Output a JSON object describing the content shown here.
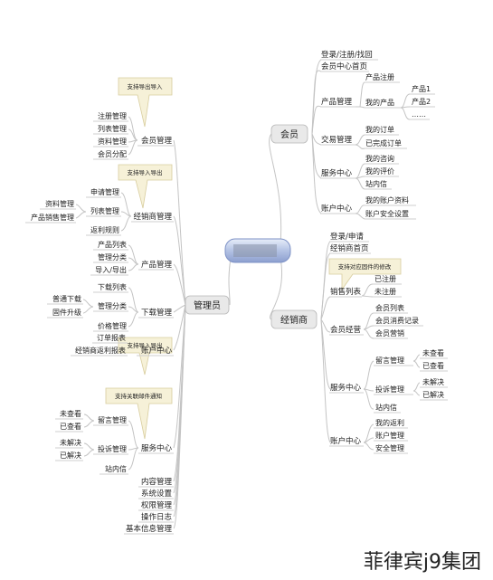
{
  "center": {
    "label": ""
  },
  "watermark": "菲律宾j9集团",
  "callouts": [
    "支持导出导入",
    "支持导入导出",
    "支持对应固件的修改",
    "支持导入导出",
    "支持关联邮件通知"
  ],
  "member": {
    "title": "会员",
    "login": "登录/注册/找回",
    "home": "会员中心首页",
    "product_mgmt": {
      "label": "产品管理",
      "register": "产品注册",
      "my_products": "我的产品",
      "p1": "产品1",
      "p2": "产品2",
      "more": "……"
    },
    "trade_mgmt": {
      "label": "交易管理",
      "orders": "我的订单",
      "done": "已完成订单"
    },
    "service": {
      "label": "服务中心",
      "consult": "我的咨询",
      "review": "我的评价",
      "msg": "站内信"
    },
    "account": {
      "label": "账户中心",
      "info": "我的账户资料",
      "security": "账户安全设置"
    }
  },
  "dealer": {
    "title": "经销商",
    "login": "登录/申请",
    "home": "经销商首页",
    "sales": {
      "label": "销售列表",
      "registered": "已注册",
      "unregistered": "未注册"
    },
    "member_ops": {
      "label": "会员经营",
      "list": "会员列表",
      "records": "会员消费记录",
      "marketing": "会员营销"
    },
    "service": {
      "label": "服务中心",
      "msg_mgmt": "留言管理",
      "unread": "未查看",
      "read": "已查看",
      "complaint": "投诉管理",
      "unsolved": "未解决",
      "solved": "已解决",
      "inbox": "站内信"
    },
    "account": {
      "label": "账户中心",
      "rebate": "我的返利",
      "acct_mgmt": "账户管理",
      "security": "安全管理"
    }
  },
  "admin": {
    "title": "管理员",
    "members": {
      "label": "会员管理",
      "register": "注册管理",
      "list": "列表管理",
      "profile": "资料管理",
      "grade": "会员分配"
    },
    "dealers": {
      "label": "经销商管理",
      "apply": "申请管理",
      "list": "列表管理",
      "rebate": "返利规则",
      "profile": "资料管理",
      "sales": "产品销售管理"
    },
    "products": {
      "label": "产品管理",
      "list": "产品列表",
      "category": "管理分类",
      "io": "导入/导出"
    },
    "downloads": {
      "label": "下载管理",
      "list": "下载列表",
      "category": "管理分类",
      "normal": "普通下载",
      "firmware": "固件升级",
      "price": "价格管理"
    },
    "account": {
      "label": "账户中心",
      "orders": "订单报表",
      "rebate_report": "经销商返利报表"
    },
    "service": {
      "label": "服务中心",
      "msg_mgmt": "留言管理",
      "unread": "未查看",
      "read": "已查看",
      "complaint": "投诉管理",
      "unsolved": "未解决",
      "solved": "已解决",
      "inbox": "站内信"
    },
    "content": "内容管理",
    "system": "系统设置",
    "perm": "权限管理",
    "log": "操作日志",
    "basic": "基本信息管理"
  }
}
